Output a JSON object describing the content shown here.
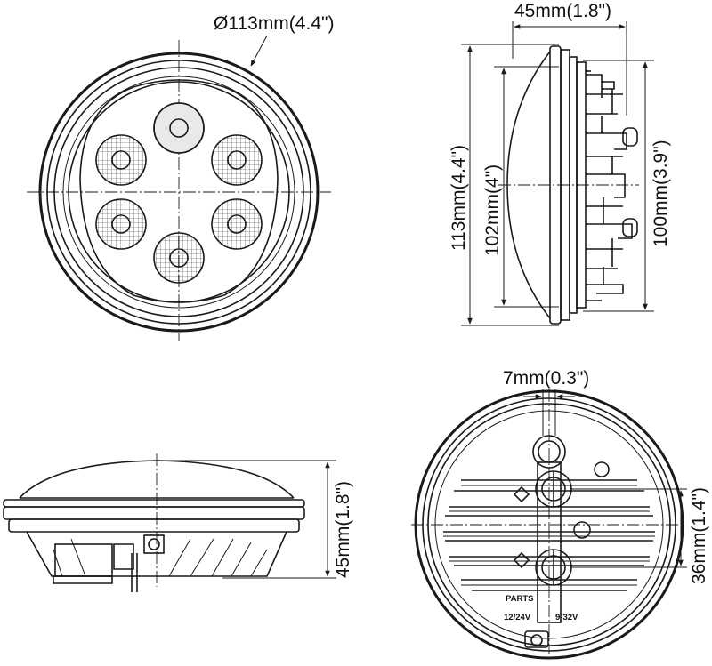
{
  "dimensions": {
    "diameter": "Ø113mm(4.4\")",
    "depth_top": "45mm(1.8\")",
    "height_outer": "113mm(4.4\")",
    "height_lens": "102mm(4\")",
    "height_body": "100mm(3.9\")",
    "pin_spacing": "7mm(0.3\")",
    "depth_side": "45mm(1.8\")",
    "terminal_spacing": "36mm(1.4\")"
  },
  "back_markings": {
    "brand": "PARTS",
    "voltage_left": "12/24V",
    "voltage_right": "9-32V"
  }
}
